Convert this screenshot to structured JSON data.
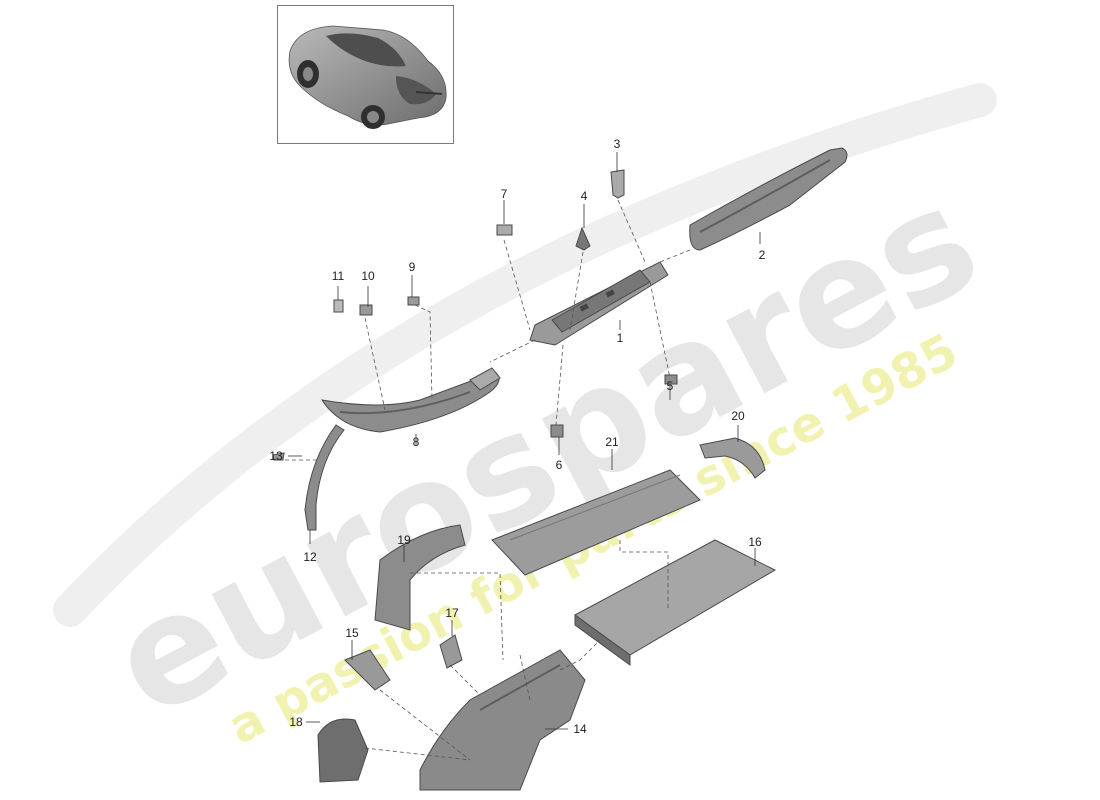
{
  "watermark": {
    "brand": "eurospares",
    "tagline": "a passion for parts since 1985",
    "brand_color": "#e6e6e6",
    "tagline_color": "#f2f2b0"
  },
  "colors": {
    "part_fill": "#8c8c8c",
    "part_dark": "#5e5e5e",
    "part_light": "#b5b5b5",
    "line": "#333333"
  },
  "thumbnail": {
    "icon": "car-thumbnail-icon"
  },
  "callouts": {
    "p1": "1",
    "p2": "2",
    "p3": "3",
    "p4": "4",
    "p5": "5",
    "p6": "6",
    "p7": "7",
    "p8": "8",
    "p9": "9",
    "p10": "10",
    "p11": "11",
    "p12": "12",
    "p13": "13",
    "p14": "14",
    "p15": "15",
    "p16": "16",
    "p17": "17",
    "p18": "18",
    "p19": "19",
    "p20": "20",
    "p21": "21"
  }
}
